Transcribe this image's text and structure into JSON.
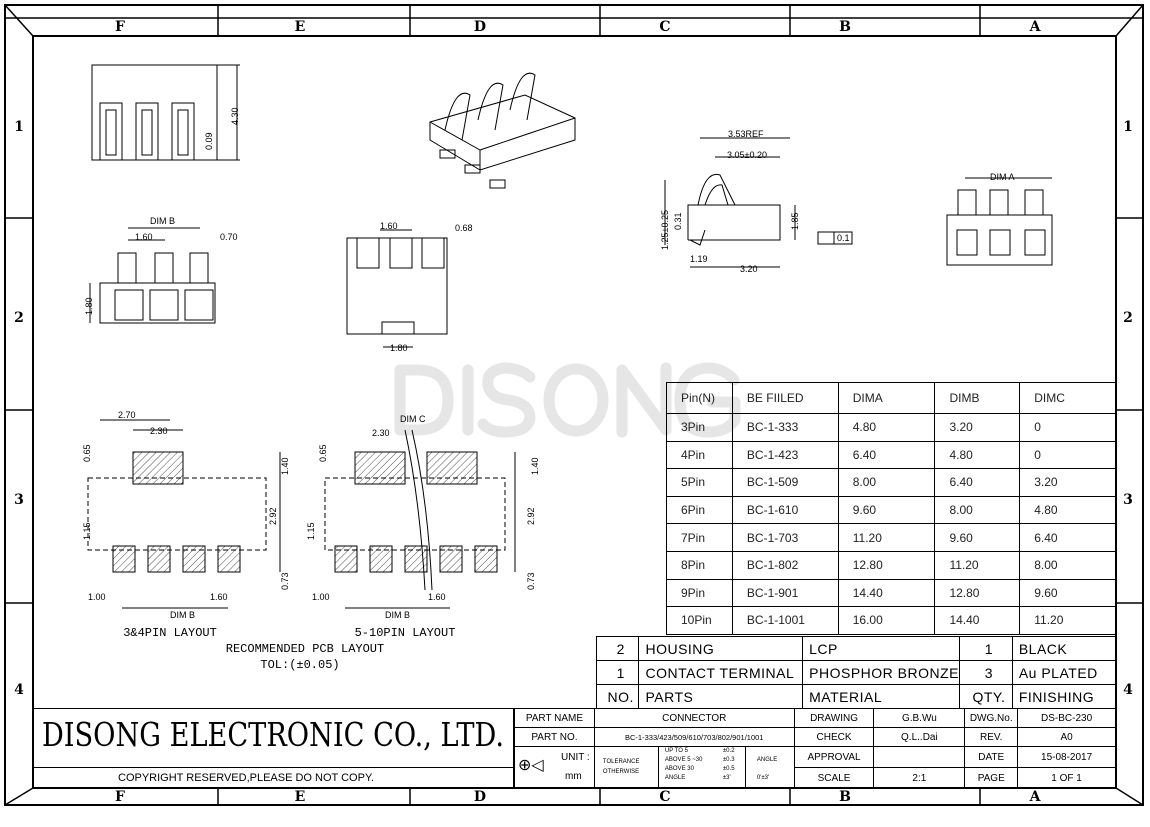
{
  "frame": {
    "columns": [
      "F",
      "E",
      "D",
      "C",
      "B",
      "A"
    ],
    "rows": [
      "1",
      "2",
      "3",
      "4"
    ]
  },
  "watermark": "DISONG",
  "views": {
    "top_view": {
      "dim_height": "4.30",
      "dim_small": "0.09"
    },
    "front_view": {
      "dim_b": "DIM B",
      "pitch": "1.60",
      "width": "0.70",
      "height": "1.80"
    },
    "bottom_view": {
      "pitch": "1.60",
      "width": "0.68",
      "slot": "1.80"
    },
    "side_view": {
      "ref": "3.53REF",
      "span": "3.05±0.20",
      "h1": "1.25±0.25",
      "h2": "0.31",
      "h3": "1.85",
      "base1": "1.19",
      "base2": "3.20",
      "flatness": "0.1"
    },
    "end_view": {
      "dim_a": "DIM A"
    },
    "pcb34": {
      "w1": "2.70",
      "w2": "2.30",
      "h1": "0.65",
      "h2": "1.40",
      "h3": "2.92",
      "h4": "1.15",
      "h5": "0.73",
      "p1": "1.00",
      "p2": "1.60",
      "dimb": "DIM B",
      "caption": "3&4PIN LAYOUT"
    },
    "pcb510": {
      "w2": "2.30",
      "dimc": "DIM C",
      "h1": "0.65",
      "h2": "1.40",
      "h3": "2.92",
      "h4": "1.15",
      "h5": "0.73",
      "p1": "1.00",
      "p2": "1.60",
      "dimb": "DIM B",
      "caption": "5-10PIN LAYOUT"
    },
    "pcb_title": "RECOMMENDED PCB LAYOUT",
    "tolerance": "TOL:(±0.05)"
  },
  "pin_table": {
    "headers": [
      "Pin(N)",
      "BE FIILED",
      "DIMA",
      "DIMB",
      "DIMC"
    ],
    "rows": [
      [
        "3Pin",
        "BC-1-333",
        "4.80",
        "3.20",
        "0"
      ],
      [
        "4Pin",
        "BC-1-423",
        "6.40",
        "4.80",
        "0"
      ],
      [
        "5Pin",
        "BC-1-509",
        "8.00",
        "6.40",
        "3.20"
      ],
      [
        "6Pin",
        "BC-1-610",
        "9.60",
        "8.00",
        "4.80"
      ],
      [
        "7Pin",
        "BC-1-703",
        "11.20",
        "9.60",
        "6.40"
      ],
      [
        "8Pin",
        "BC-1-802",
        "12.80",
        "11.20",
        "8.00"
      ],
      [
        "9Pin",
        "BC-1-901",
        "14.40",
        "12.80",
        "9.60"
      ],
      [
        "10Pin",
        "BC-1-1001",
        "16.00",
        "14.40",
        "11.20"
      ]
    ]
  },
  "parts_table": {
    "rows": [
      [
        "2",
        "HOUSING",
        "LCP",
        "1",
        "BLACK"
      ],
      [
        "1",
        "CONTACT TERMINAL",
        "PHOSPHOR BRONZE",
        "3",
        "Au PLATED"
      ],
      [
        "NO.",
        "PARTS",
        "MATERIAL",
        "QTY.",
        "FINISHING"
      ]
    ]
  },
  "title_block": {
    "company": "DISONG ELECTRONIC CO., LTD.",
    "copyright": "COPYRIGHT RESERVED,PLEASE DO NOT COPY.",
    "part_name_label": "PART NAME",
    "part_name": "CONNECTOR",
    "part_no_label": "PART NO.",
    "part_no": "BC-1-333/423/509/610/703/802/901/1001",
    "unit_label": "UNIT :",
    "unit": "mm",
    "tol_label1": "TOLERANCE",
    "tol_label2": "OTHERWISE",
    "tol_ranges": [
      "UP TO 5",
      "ABOVE 5 ~30",
      "ABOVE 30",
      "ANGLE"
    ],
    "tol_values": [
      "±0.2",
      "±0.3",
      "±0.5",
      "±3'"
    ],
    "angle_label": "ANGLE",
    "angle_value": "0'±3'",
    "drawing_label": "DRAWING",
    "drawing": "G.B.Wu",
    "check_label": "CHECK",
    "check": "Q.L..Dai",
    "approval_label": "APPROVAL",
    "approval": "",
    "scale_label": "SCALE",
    "scale": "2:1",
    "dwg_label": "DWG.No.",
    "dwg": "DS-BC-230",
    "rev_label": "REV.",
    "rev": "A0",
    "date_label": "DATE",
    "date": "15-08-2017",
    "page_label": "PAGE",
    "page": "1 OF 1"
  }
}
